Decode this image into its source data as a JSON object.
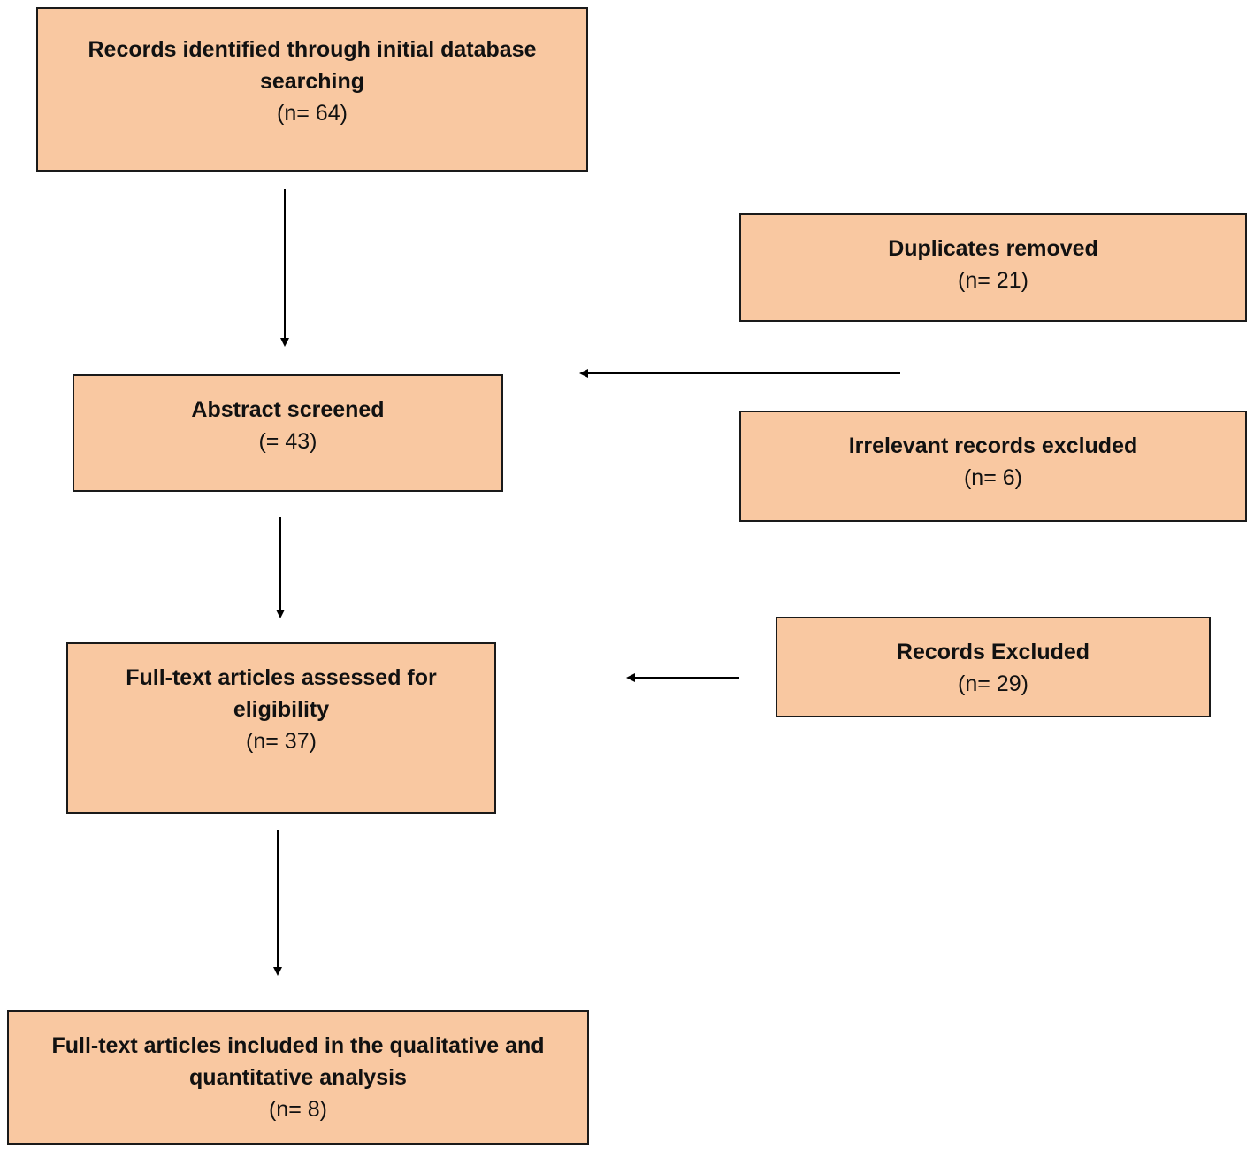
{
  "boxes": {
    "records_identified": {
      "title": "Records identified through initial database searching",
      "count": "(n= 64)"
    },
    "duplicates_removed": {
      "title": "Duplicates removed",
      "count": "(n= 21)"
    },
    "abstract_screened": {
      "title": "Abstract screened",
      "count": "(= 43)"
    },
    "irrelevant_excluded": {
      "title": "Irrelevant records excluded",
      "count": "(n= 6)"
    },
    "records_excluded": {
      "title": "Records Excluded",
      "count": "(n= 29)"
    },
    "fulltext_assessed": {
      "title": "Full-text articles assessed for eligibility",
      "count": "(n= 37)"
    },
    "fulltext_included": {
      "title": "Full-text articles included in the qualitative and quantitative analysis",
      "count": "(n= 8)"
    }
  },
  "colors": {
    "box_fill": "#f9c8a1",
    "border": "#1a1a1a"
  }
}
